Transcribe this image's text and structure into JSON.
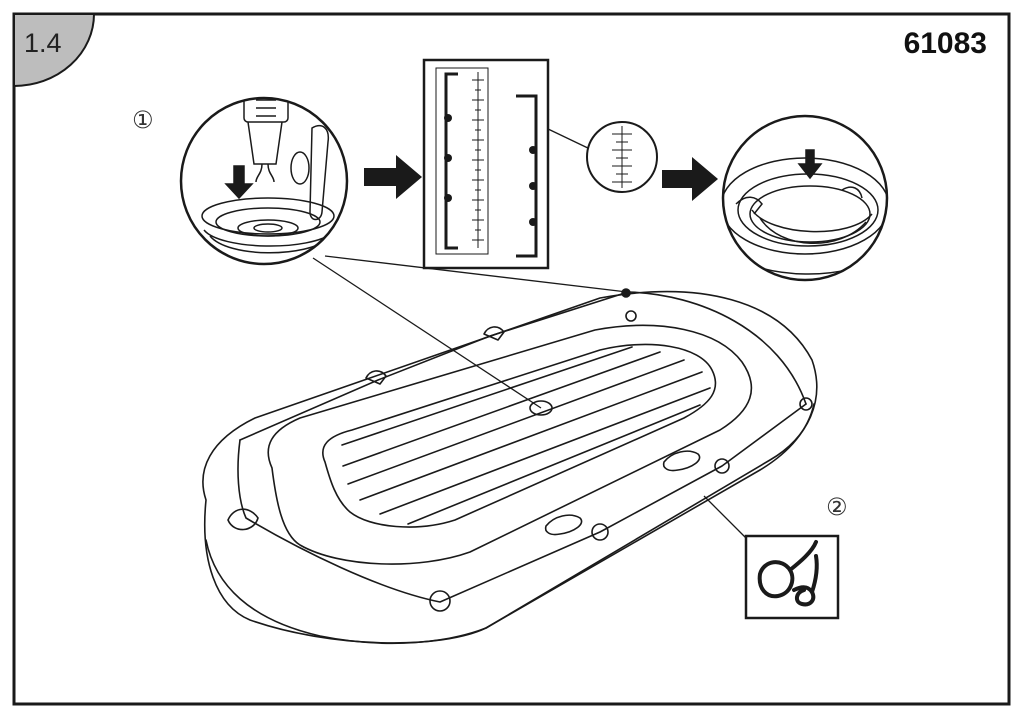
{
  "step_label": "1.4",
  "model_number": "61083",
  "callouts": {
    "first": "①",
    "second": "②"
  },
  "colors": {
    "line": "#1a1a1a",
    "corner_tab": "#bdbdbd",
    "background": "#ffffff"
  },
  "icons": {
    "arrow": "right-arrow-icon",
    "rope": "rope-knot-icon",
    "valve": "valve-icon"
  }
}
